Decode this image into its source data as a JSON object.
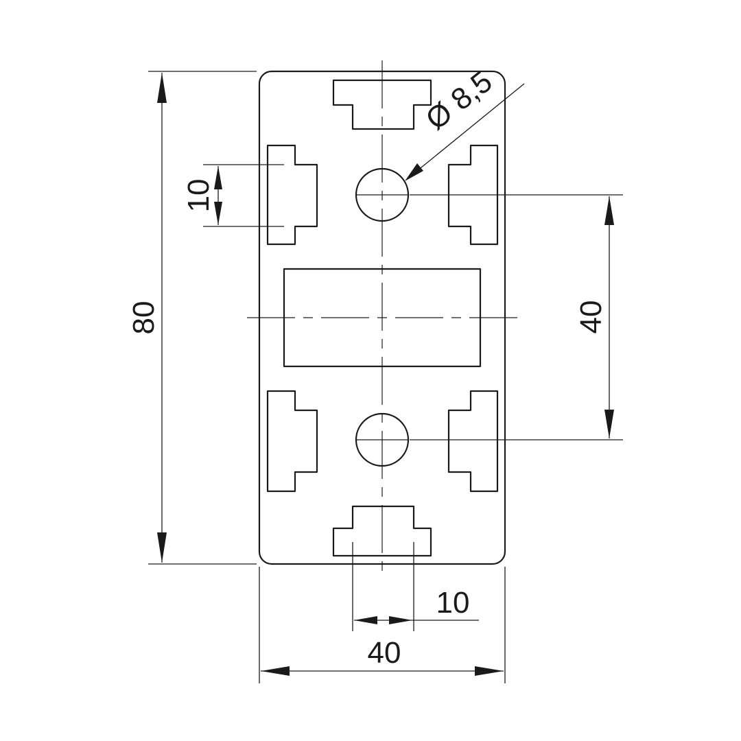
{
  "drawing": {
    "dimensions": {
      "height": "80",
      "width": "40",
      "slot_width_left": "10",
      "slot_width_bottom": "10",
      "hole_spacing": "40",
      "hole_diameter": "Ø 8,5"
    }
  }
}
